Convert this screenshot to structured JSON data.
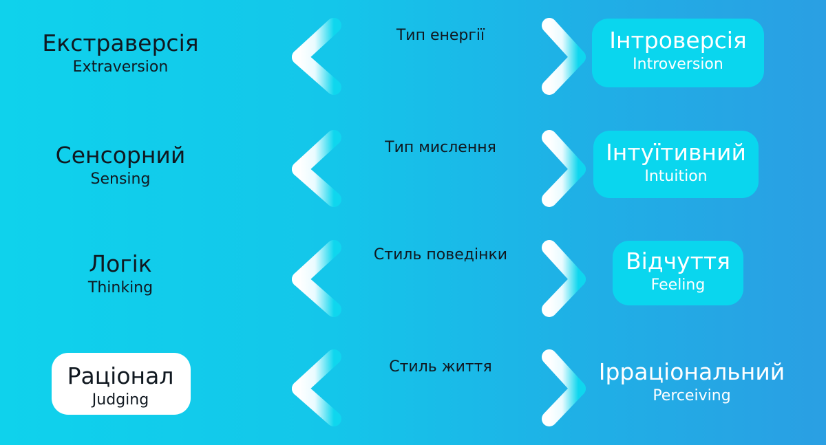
{
  "rows": [
    {
      "left_main": "Екстраверсія",
      "left_sub": "Extraversion",
      "label": "Тип енергії",
      "right_main": "Інтроверсія",
      "right_sub": "Introversion",
      "highlight": "right"
    },
    {
      "left_main": "Сенсорний",
      "left_sub": "Sensing",
      "label": "Тип мислення",
      "right_main": "Інтуїтивний",
      "right_sub": "Intuition",
      "highlight": "right"
    },
    {
      "left_main": "Логік",
      "left_sub": "Thinking",
      "label": "Стиль поведінки",
      "right_main": "Відчуття",
      "right_sub": "Feeling",
      "highlight": "right"
    },
    {
      "left_main": "Раціонал",
      "left_sub": "Judging",
      "label": "Стиль життя",
      "right_main": "Ірраціональний",
      "right_sub": "Perceiving",
      "highlight": "left"
    }
  ],
  "colors": {
    "arrow_white": "#ffffff",
    "arrow_cyan": "#0fd6ee",
    "pill_cyan": "#0ad6ee",
    "pill_white": "#ffffff",
    "text_dark": "#101820"
  }
}
